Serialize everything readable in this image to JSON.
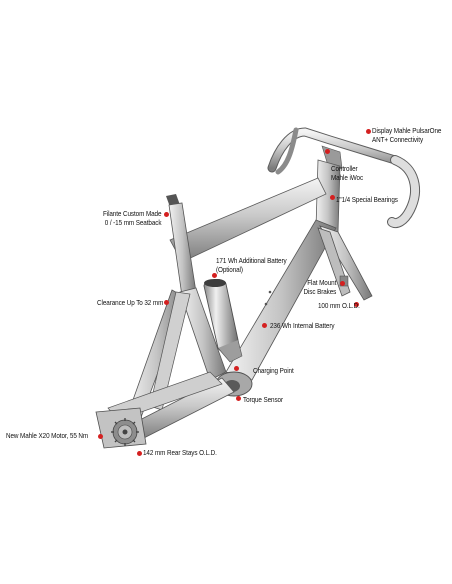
{
  "colors": {
    "marker": "#d42020",
    "frame_light": "#e8e8e8",
    "frame_mid": "#b9b9b9",
    "frame_dark": "#6a6a6a",
    "text": "#111111"
  },
  "callouts": [
    {
      "id": "display",
      "lines": [
        "Display Mahle PulsarOne",
        "ANT+ Connectivity"
      ]
    },
    {
      "id": "controller",
      "lines": [
        "Controller",
        "Mahle iWoc"
      ]
    },
    {
      "id": "bearings",
      "lines": [
        "1\"1/4 Special Bearings"
      ]
    },
    {
      "id": "seatback",
      "lines": [
        "Filante Custom Made",
        "0 / -15 mm Seatback"
      ]
    },
    {
      "id": "add-battery",
      "lines": [
        "171 Wh Additional Battery",
        "(Optional)"
      ]
    },
    {
      "id": "disc-brakes",
      "lines": [
        "Flat Mount",
        "Disc Brakes"
      ]
    },
    {
      "id": "old-front",
      "lines": [
        "100 mm O.L.D."
      ]
    },
    {
      "id": "clearance",
      "lines": [
        "Clearance Up To 32 mm"
      ]
    },
    {
      "id": "int-battery",
      "lines": [
        "236 Wh Internal Battery"
      ]
    },
    {
      "id": "charging",
      "lines": [
        "Charging Point"
      ]
    },
    {
      "id": "torque",
      "lines": [
        "Torque Sensor"
      ]
    },
    {
      "id": "motor",
      "lines": [
        "New Mahle X20 Motor, 55 Nm"
      ]
    },
    {
      "id": "rear-stays",
      "lines": [
        "142 mm Rear Stays O.L.D."
      ]
    }
  ]
}
